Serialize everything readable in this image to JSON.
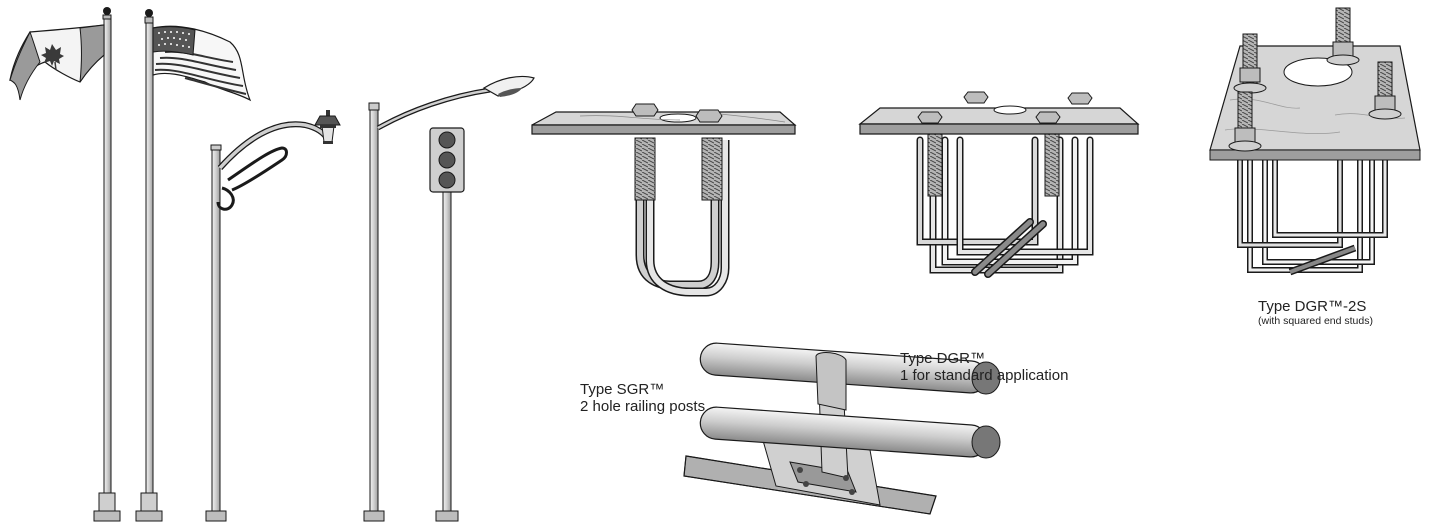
{
  "captions": {
    "sgr": {
      "line1": "Type SGR™",
      "line2": "2 hole railing posts"
    },
    "dgr": {
      "line1": "Type DGR™",
      "line2": "1 for standard application"
    },
    "dgr2s": {
      "line1": "Type DGR™-2S",
      "line2": "(with squared end studs)"
    }
  },
  "colors": {
    "outline": "#1a1a1a",
    "pole": "#d9d9d9",
    "plate": "#c9c9c9",
    "metal": "#a8a8a8",
    "flag_red": "#e0e0e0",
    "dark": "#555555"
  },
  "illustrations": [
    "canada-flag-pole",
    "us-flag-pole",
    "ornamental-lamp-post",
    "street-light-pole",
    "traffic-signal-pole",
    "sgr-anchor-assembly",
    "dgr-anchor-assembly",
    "dgr-2s-anchor-assembly",
    "guard-railing-post"
  ]
}
